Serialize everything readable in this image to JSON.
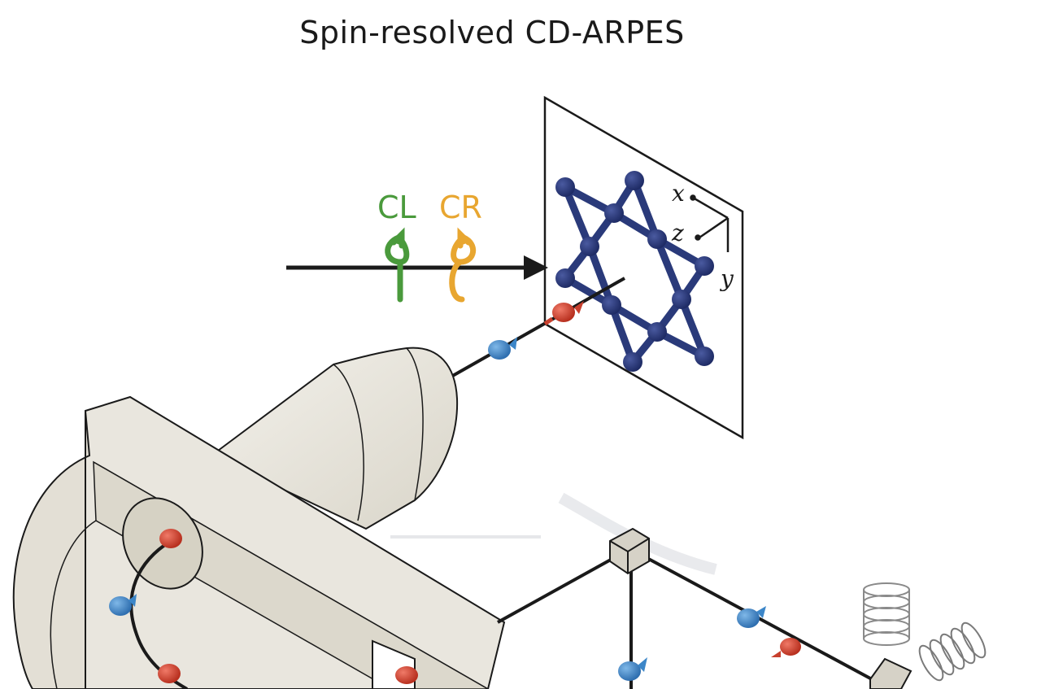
{
  "title": "Spin-resolved CD-ARPES",
  "polarization": {
    "left_label": "CL",
    "right_label": "CR"
  },
  "axes": {
    "x": "x",
    "y": "y",
    "z": "z"
  },
  "colors": {
    "cl_green": "#4a9a3c",
    "cr_orange": "#e8a630",
    "lattice_navy": "#2a3a7a",
    "spin_up_red": "#d8402e",
    "spin_down_blue": "#3c86c8",
    "analyzer_beige": "#ece9e1"
  }
}
